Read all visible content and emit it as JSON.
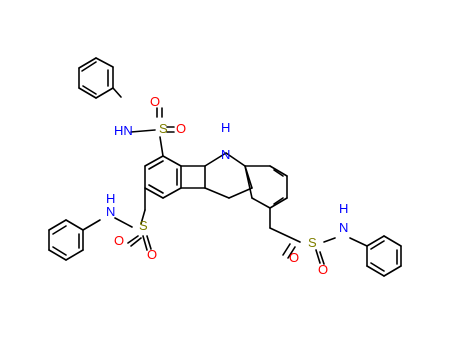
{
  "molecule": {
    "colors": {
      "bond": "#000000",
      "S": "#808000",
      "O": "#ff0000",
      "N": "#0000ff"
    },
    "labels": {
      "ring_nh": {
        "N": "N",
        "H": "H"
      },
      "s1": "S",
      "s2": "S",
      "s3": "S",
      "o1a": "O",
      "o1b": "O",
      "o2a": "O",
      "o2b": "O",
      "o3a": "O",
      "o3b": "O",
      "hn1": "HN",
      "n2": {
        "N": "N",
        "H": "H"
      },
      "n3": {
        "N": "N",
        "H": "H"
      }
    }
  }
}
